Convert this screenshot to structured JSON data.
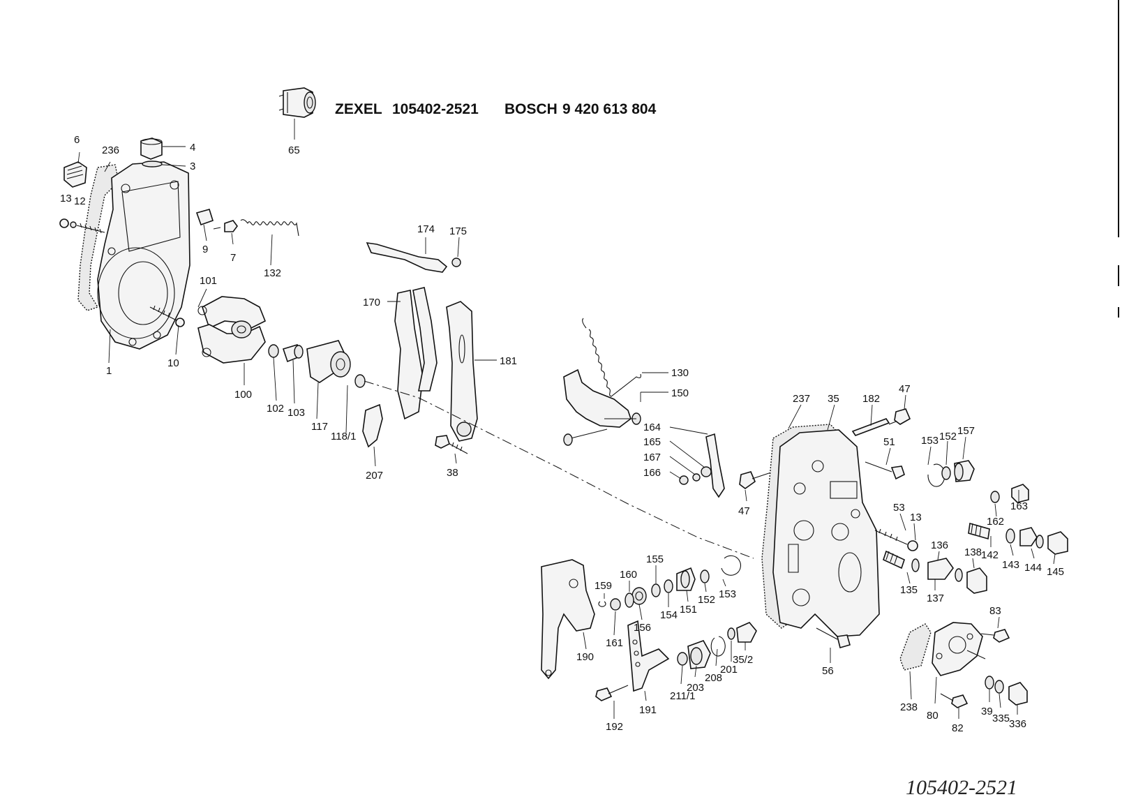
{
  "header": {
    "brand1": "ZEXEL",
    "part_no1": "105402-2521",
    "brand2": "BOSCH",
    "part_no2": "9 420 613 804"
  },
  "footer": {
    "handwritten_note": "105402-2521"
  },
  "labels": {
    "l65": "65",
    "l6": "6",
    "l236": "236",
    "l4": "4",
    "l3": "3",
    "l13a": "13",
    "l12": "12",
    "l9": "9",
    "l7": "7",
    "l132": "132",
    "l101": "101",
    "l1": "1",
    "l10": "10",
    "l100": "100",
    "l102": "102",
    "l103": "103",
    "l117": "117",
    "l118": "118/1",
    "l174": "174",
    "l175": "175",
    "l170": "170",
    "l181": "181",
    "l207": "207",
    "l38": "38",
    "l130": "130",
    "l150": "150",
    "l164": "164",
    "l165": "165",
    "l167": "167",
    "l166": "166",
    "l47a": "47",
    "l237": "237",
    "l35": "35",
    "l182": "182",
    "l47b": "47",
    "l51": "51",
    "l153a": "153",
    "l152a": "152",
    "l157": "157",
    "l163": "163",
    "l162": "162",
    "l53": "53",
    "l13b": "13",
    "l136": "136",
    "l138": "138",
    "l142": "142",
    "l143": "143",
    "l144": "144",
    "l145": "145",
    "l135": "135",
    "l137": "137",
    "l155": "155",
    "l160": "160",
    "l159": "159",
    "l154": "154",
    "l151": "151",
    "l152b": "152",
    "l153b": "153",
    "l156": "156",
    "l161": "161",
    "l190": "190",
    "l83": "83",
    "l56": "56",
    "l35_2": "35/2",
    "l201": "201",
    "l208": "208",
    "l203": "203",
    "l211": "211/1",
    "l191": "191",
    "l192": "192",
    "l238": "238",
    "l80": "80",
    "l82": "82",
    "l39": "39",
    "l335": "335",
    "l336": "336"
  }
}
